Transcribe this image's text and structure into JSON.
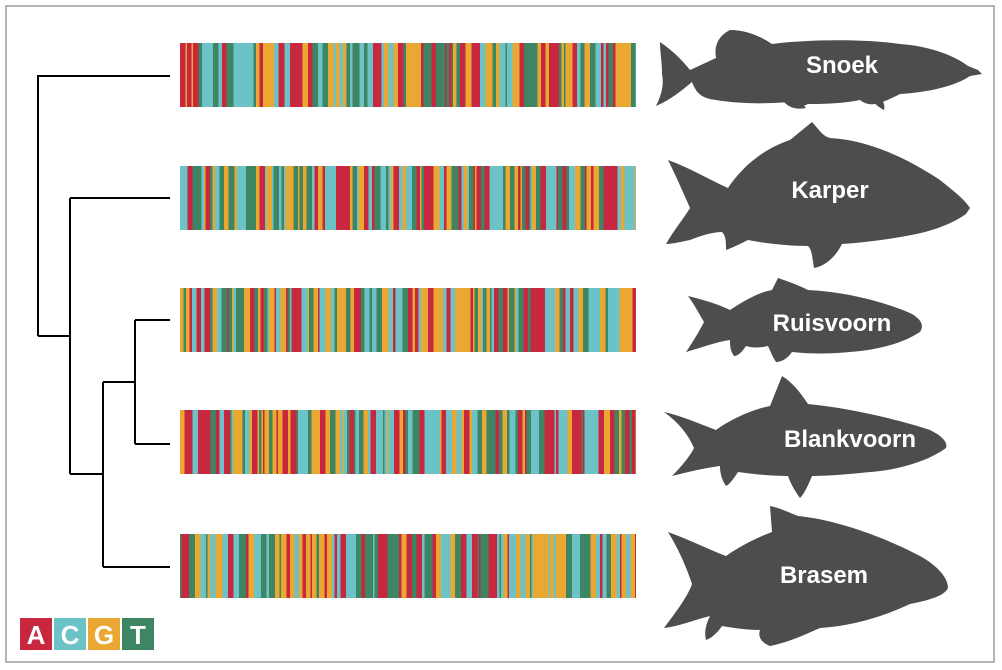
{
  "colors": {
    "A": "#c8283f",
    "C": "#6cc3c7",
    "G": "#eaa833",
    "T": "#3e8563",
    "fish": "#4d4d4d",
    "tree": "#000000",
    "border": "#b3b3b3"
  },
  "species": [
    {
      "label": "Snoek",
      "icon": "pike-silhouette-icon"
    },
    {
      "label": "Karper",
      "icon": "carp-silhouette-icon"
    },
    {
      "label": "Ruisvoorn",
      "icon": "rudd-silhouette-icon"
    },
    {
      "label": "Blankvoorn",
      "icon": "roach-silhouette-icon"
    },
    {
      "label": "Brasem",
      "icon": "bream-silhouette-icon"
    }
  ],
  "tree": {
    "newick": "(Snoek,(Karper,((Ruisvoorn,Blankvoorn),Brasem)));"
  },
  "legend": [
    {
      "letter": "A",
      "color": "#c8283f"
    },
    {
      "letter": "C",
      "color": "#6cc3c7"
    },
    {
      "letter": "G",
      "color": "#eaa833"
    },
    {
      "letter": "T",
      "color": "#3e8563"
    }
  ]
}
